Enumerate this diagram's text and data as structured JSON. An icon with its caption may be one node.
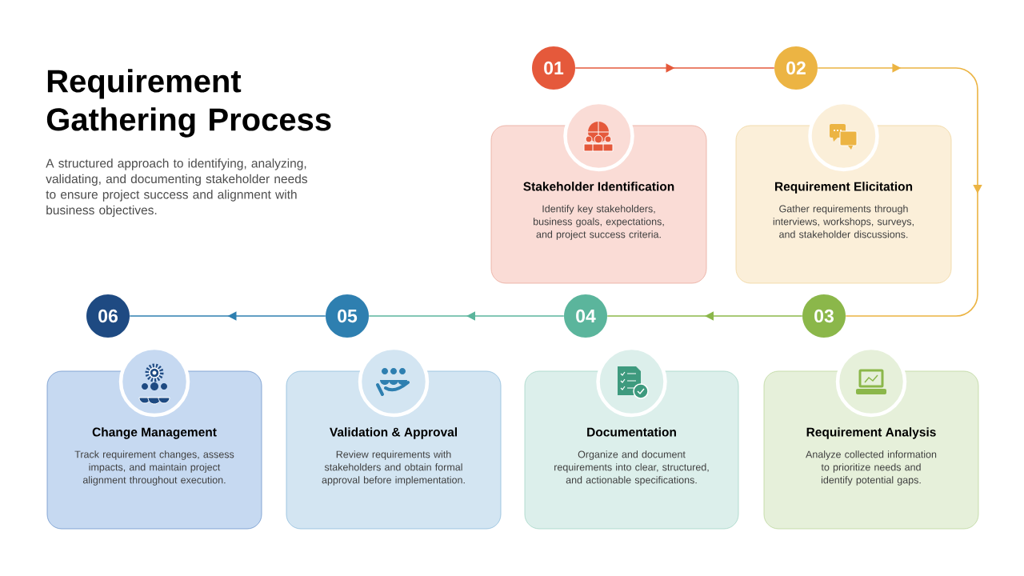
{
  "diagram": {
    "title": "Requirement Gathering Process",
    "caption": "A structured approach to identifying, analyzing, validating, and documenting stakeholder needs to ensure project success and alignment with business objectives.",
    "nodes": [
      {
        "text": [
          "01"
        ]
      },
      {
        "text": [
          "Stakeholder Identification",
          "Identify key stakeholders, business goals, expectations, and project success criteria."
        ]
      },
      {
        "text": [
          "02"
        ]
      },
      {
        "text": [
          "Requirement Elicitation",
          "Gather requirements through interviews, workshops, surveys, and stakeholder discussions."
        ]
      },
      {
        "text": [
          "03"
        ]
      },
      {
        "text": [
          "Requirement Analysis",
          "Analyze collected information to prioritize needs and identify potential gaps."
        ]
      },
      {
        "text": [
          "04"
        ]
      },
      {
        "text": [
          "Documentation",
          "Organize and document requirements into clear, structured, and actionable specifications."
        ]
      },
      {
        "text": [
          "05"
        ]
      },
      {
        "text": [
          "Validation & Approval",
          "Review requirements with stakeholders and obtain formal approval before implementation."
        ]
      },
      {
        "text": [
          "06"
        ]
      },
      {
        "text": [
          "Change Management",
          "Track requirement changes, assess impacts, and maintain project alignment throughout execution."
        ]
      }
    ],
    "edges": [
      {
        "from": 0,
        "to": 2,
        "arrow": "to",
        "color": "#e5593b"
      },
      {
        "from": 2,
        "to": 4,
        "arrow": "to",
        "color": "#ecb443"
      },
      {
        "from": 4,
        "to": 6,
        "arrow": "to",
        "color": "#8bb74a"
      },
      {
        "from": 6,
        "to": 8,
        "arrow": "to",
        "color": "#5bb59c"
      },
      {
        "from": 8,
        "to": 10,
        "arrow": "to",
        "color": "#2e7fb0"
      }
    ]
  }
}
